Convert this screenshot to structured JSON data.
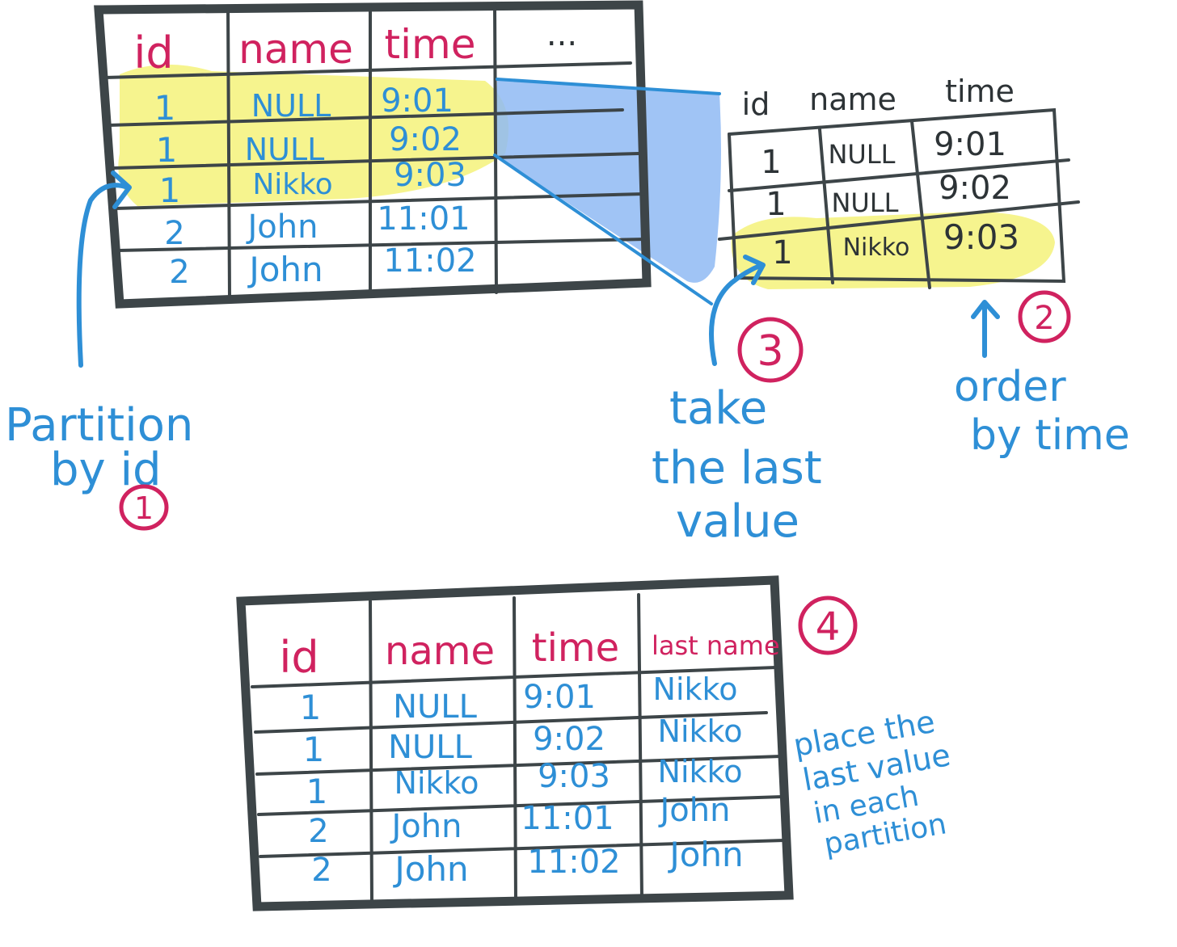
{
  "colors": {
    "ink": "#3d4548",
    "header": "#d0225f",
    "value": "#2e8fd6",
    "highlight": "#f4f27a",
    "selection": "#8fbaf3",
    "black_text": "#2d3336"
  },
  "source_table": {
    "headers": [
      "id",
      "name",
      "time",
      "..."
    ],
    "rows": [
      [
        "1",
        "NULL",
        "9:01",
        ""
      ],
      [
        "1",
        "NULL",
        "9:02",
        ""
      ],
      [
        "1",
        "Nikko",
        "9:03",
        ""
      ],
      [
        "2",
        "John",
        "11:01",
        ""
      ],
      [
        "2",
        "John",
        "11:02",
        ""
      ]
    ]
  },
  "partition_table": {
    "headers": [
      "id",
      "name",
      "time"
    ],
    "rows": [
      [
        "1",
        "NULL",
        "9:01"
      ],
      [
        "1",
        "NULL",
        "9:02"
      ],
      [
        "1",
        "Nikko",
        "9:03"
      ]
    ]
  },
  "result_table": {
    "headers": [
      "id",
      "name",
      "time",
      "last name"
    ],
    "rows": [
      [
        "1",
        "NULL",
        "9:01",
        "Nikko"
      ],
      [
        "1",
        "NULL",
        "9:02",
        "Nikko"
      ],
      [
        "1",
        "Nikko",
        "9:03",
        "Nikko"
      ],
      [
        "2",
        "John",
        "11:01",
        "John"
      ],
      [
        "2",
        "John",
        "11:02",
        "John"
      ]
    ]
  },
  "annotations": {
    "step1": {
      "number": "1",
      "text": [
        "Partition",
        "by id"
      ]
    },
    "step2": {
      "number": "2",
      "text": [
        "order",
        "by time"
      ]
    },
    "step3": {
      "number": "3",
      "text": [
        "take",
        "the last",
        "value"
      ]
    },
    "step4": {
      "number": "4",
      "text": [
        "place the",
        "last value",
        "in each",
        "partition"
      ]
    }
  }
}
